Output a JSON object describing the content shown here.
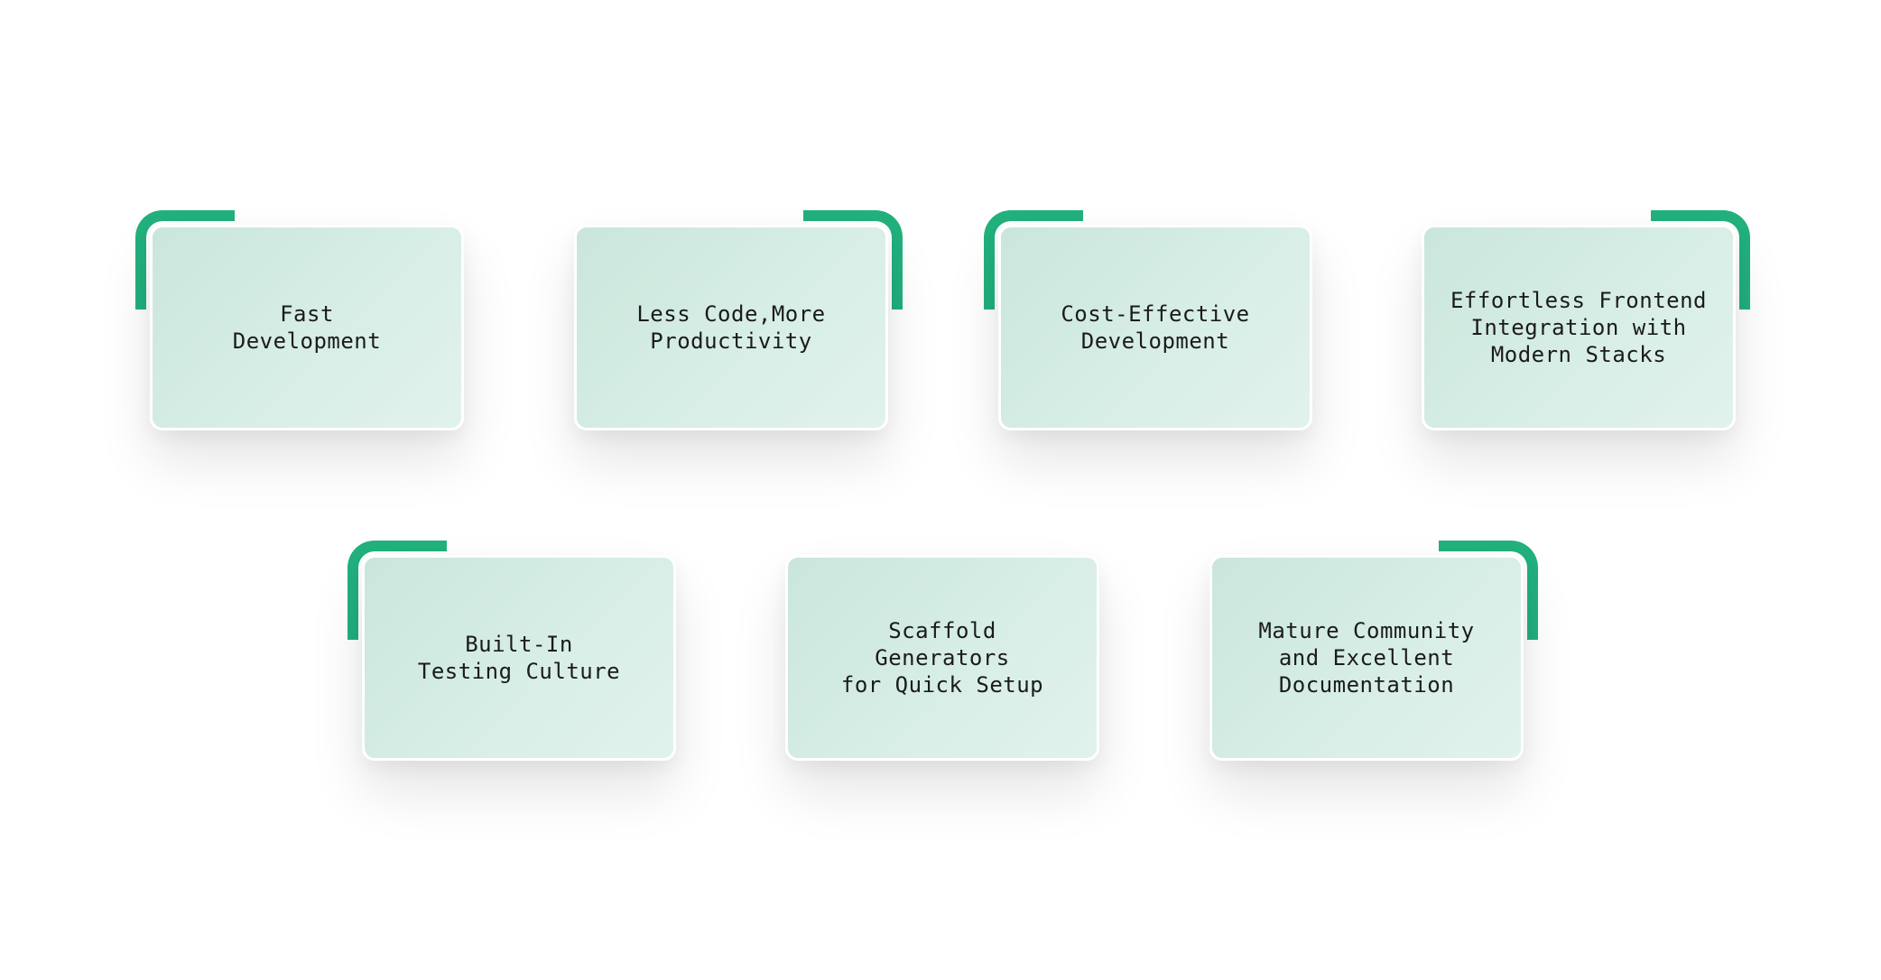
{
  "colors": {
    "accent": "#22b07d",
    "card_fill": "#d5ece4",
    "card_border": "#ffffff",
    "text": "#1b1b1b",
    "background": "#ffffff"
  },
  "cards": [
    {
      "label": "Fast\nDevelopment",
      "accent": "top-left"
    },
    {
      "label": "Less Code,More\nProductivity",
      "accent": "top-right"
    },
    {
      "label": "Cost-Effective\nDevelopment",
      "accent": "top-left"
    },
    {
      "label": "Effortless Frontend\nIntegration with\nModern Stacks",
      "accent": "top-right"
    },
    {
      "label": "Built-In\nTesting Culture",
      "accent": "top-left"
    },
    {
      "label": "Scaffold\nGenerators\nfor Quick Setup",
      "accent": "none"
    },
    {
      "label": "Mature Community\nand Excellent\nDocumentation",
      "accent": "top-right"
    }
  ]
}
